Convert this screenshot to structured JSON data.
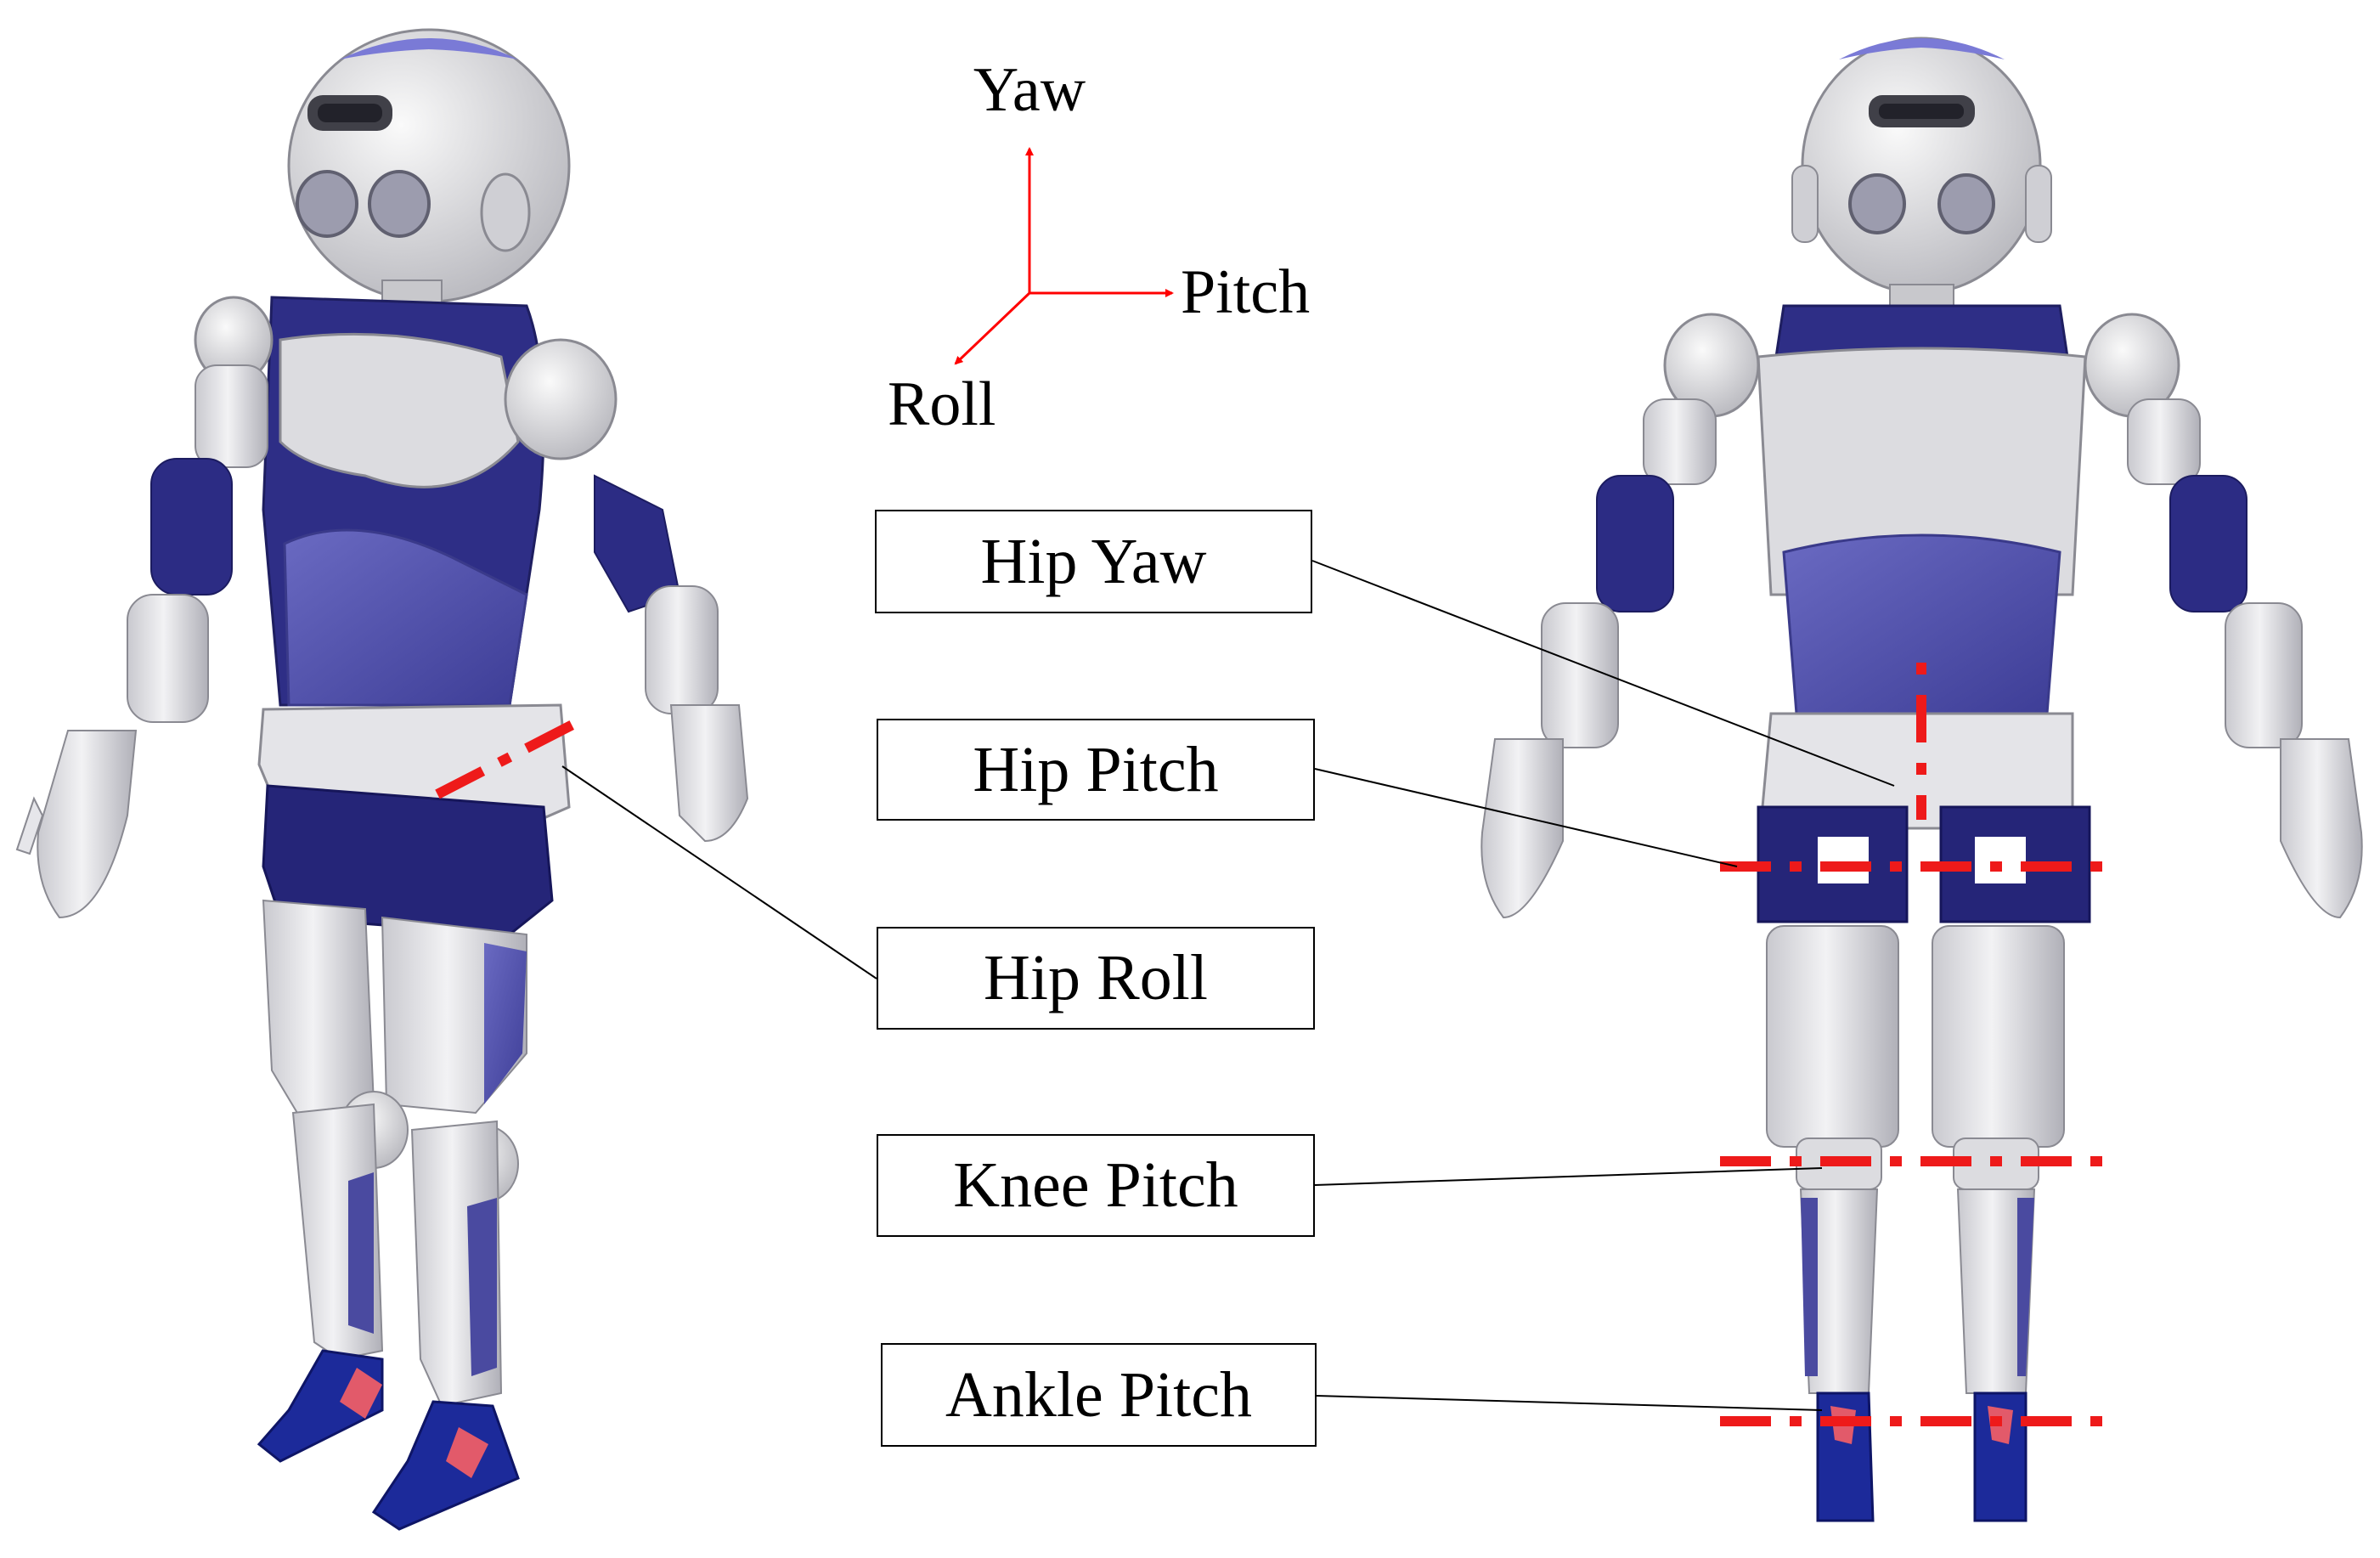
{
  "axes": {
    "yaw": "Yaw",
    "pitch": "Pitch",
    "roll": "Roll"
  },
  "joints": [
    {
      "id": "hip-yaw",
      "label": "Hip Yaw"
    },
    {
      "id": "hip-pitch",
      "label": "Hip Pitch"
    },
    {
      "id": "hip-roll",
      "label": "Hip Roll"
    },
    {
      "id": "knee-pitch",
      "label": "Knee Pitch"
    },
    {
      "id": "ankle-pitch",
      "label": "Ankle Pitch"
    }
  ],
  "colors": {
    "robot_white": "#e3e3e6",
    "robot_shade": "#b9b9c0",
    "robot_blue": "#5a5aaf",
    "robot_dark_blue": "#22227a",
    "foot_blue": "#1c2a9a",
    "axis_red": "#ff0000",
    "dash_red": "#ee1a1a"
  }
}
